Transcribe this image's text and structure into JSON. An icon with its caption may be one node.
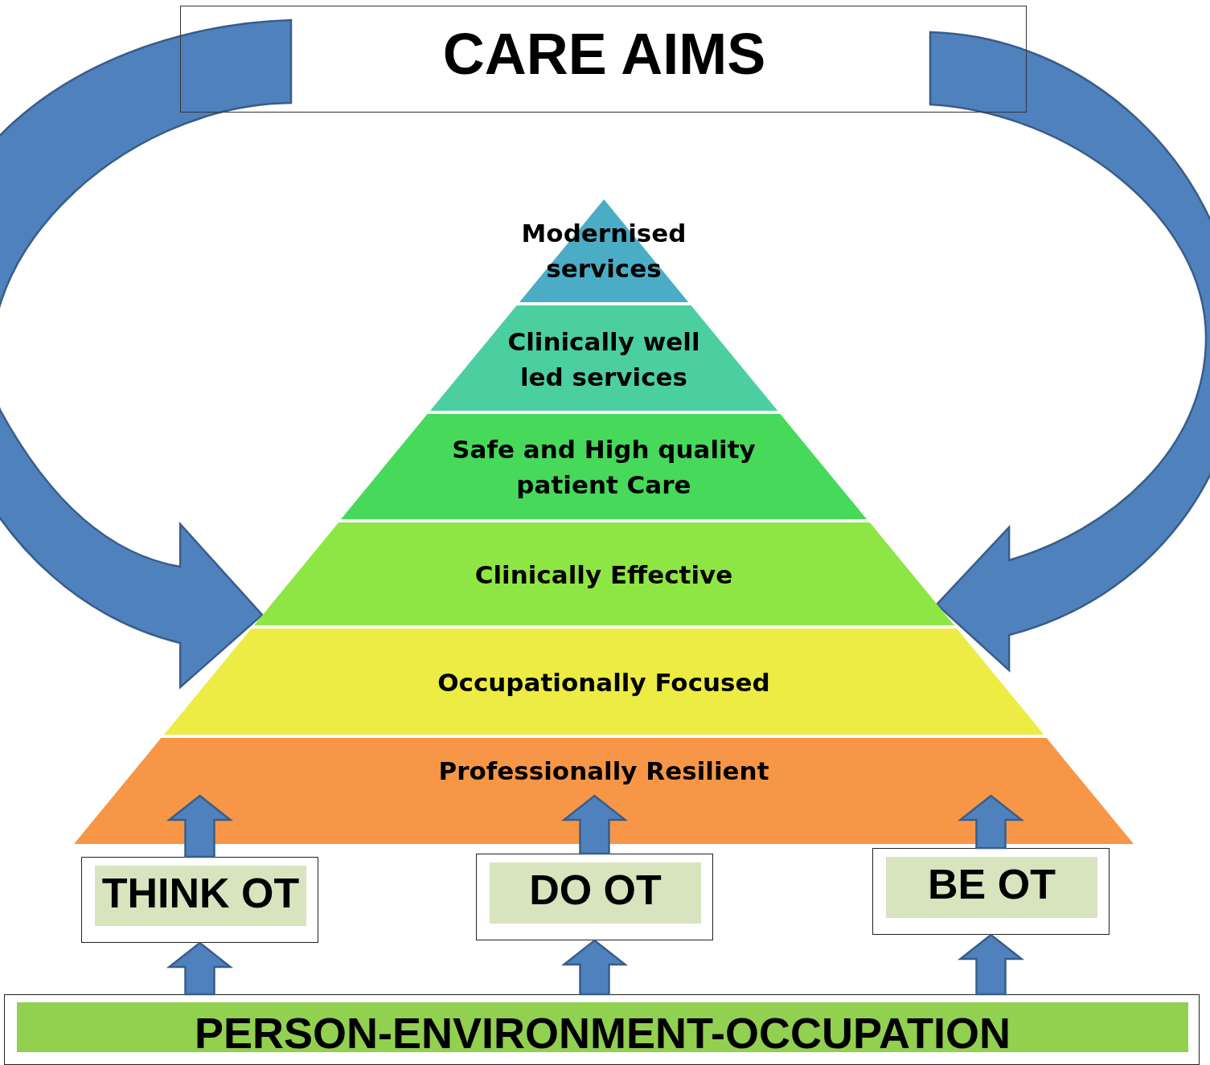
{
  "diagram": {
    "nodes": [
      {
        "text": [
          "CARE AIMS"
        ]
      },
      {
        "text": [
          "Modernised services"
        ]
      },
      {
        "text": [
          "Clinically well led services"
        ]
      },
      {
        "text": [
          "Safe and High quality patient Care"
        ]
      },
      {
        "text": [
          "Clinically Effective"
        ]
      },
      {
        "text": [
          "Occupationally Focused"
        ]
      },
      {
        "text": [
          "Professionally Resilient"
        ]
      },
      {
        "text": [
          "THINK OT"
        ]
      },
      {
        "text": [
          "DO OT"
        ]
      },
      {
        "text": [
          "BE OT"
        ]
      },
      {
        "text": [
          "PERSON-ENVIRONMENT-OCCUPATION"
        ]
      }
    ],
    "edges": [
      {
        "from": 0,
        "to": 4,
        "arrow": "to"
      },
      {
        "from": 0,
        "to": 4,
        "arrow": "to"
      },
      {
        "from": 7,
        "to": 6,
        "arrow": "to"
      },
      {
        "from": 8,
        "to": 6,
        "arrow": "to"
      },
      {
        "from": 9,
        "to": 6,
        "arrow": "to"
      },
      {
        "from": 10,
        "to": 7,
        "arrow": "to"
      },
      {
        "from": 10,
        "to": 8,
        "arrow": "to"
      },
      {
        "from": 10,
        "to": 9,
        "arrow": "to"
      }
    ]
  }
}
